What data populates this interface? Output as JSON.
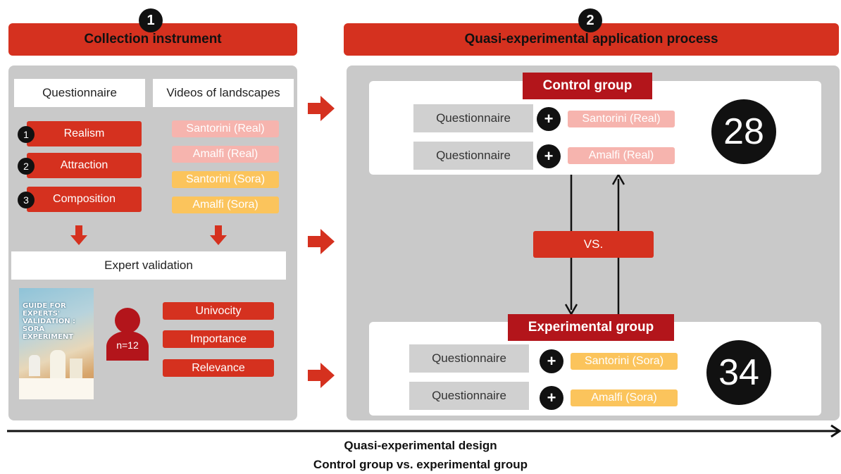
{
  "section1": {
    "number": "1",
    "title": "Collection instrument",
    "columns": {
      "left": "Questionnaire",
      "right": "Videos of landscapes"
    },
    "dimensions": [
      {
        "number": "1",
        "label": "Realism"
      },
      {
        "number": "2",
        "label": "Attraction"
      },
      {
        "number": "3",
        "label": "Composition"
      }
    ],
    "videos": [
      {
        "label": "Santorini (Real)",
        "kind": "real"
      },
      {
        "label": "Amalfi (Real)",
        "kind": "real"
      },
      {
        "label": "Santorini (Sora)",
        "kind": "sora"
      },
      {
        "label": "Amalfi (Sora)",
        "kind": "sora"
      }
    ],
    "expert_validation": "Expert validation",
    "guide_cover": {
      "title_lines": [
        "GUIDE FOR",
        "EXPERTS'",
        "VALIDATION :",
        "SORA",
        "EXPERIMENT"
      ]
    },
    "experts": "n=12",
    "criteria": [
      "Univocity",
      "Importance",
      "Relevance"
    ]
  },
  "section2": {
    "number": "2",
    "title": "Quasi-experimental application process",
    "control": {
      "label": "Control group",
      "count": "28",
      "rows": [
        {
          "instrument": "Questionnaire",
          "plus": "+",
          "video": "Santorini (Real)"
        },
        {
          "instrument": "Questionnaire",
          "plus": "+",
          "video": "Amalfi (Real)"
        }
      ]
    },
    "versus": "VS.",
    "experimental": {
      "label": "Experimental group",
      "count": "34",
      "rows": [
        {
          "instrument": "Questionnaire",
          "plus": "+",
          "video": "Santorini (Sora)"
        },
        {
          "instrument": "Questionnaire",
          "plus": "+",
          "video": "Amalfi (Sora)"
        }
      ]
    }
  },
  "footer": {
    "line1": "Quasi-experimental design",
    "line2": "Control group vs. experimental group"
  },
  "colors": {
    "red": "#d5311f",
    "dark_red": "#b3151b",
    "pink": "#f6b4ae",
    "orange": "#fbc45c",
    "panel_grey": "#c9c9c9"
  }
}
